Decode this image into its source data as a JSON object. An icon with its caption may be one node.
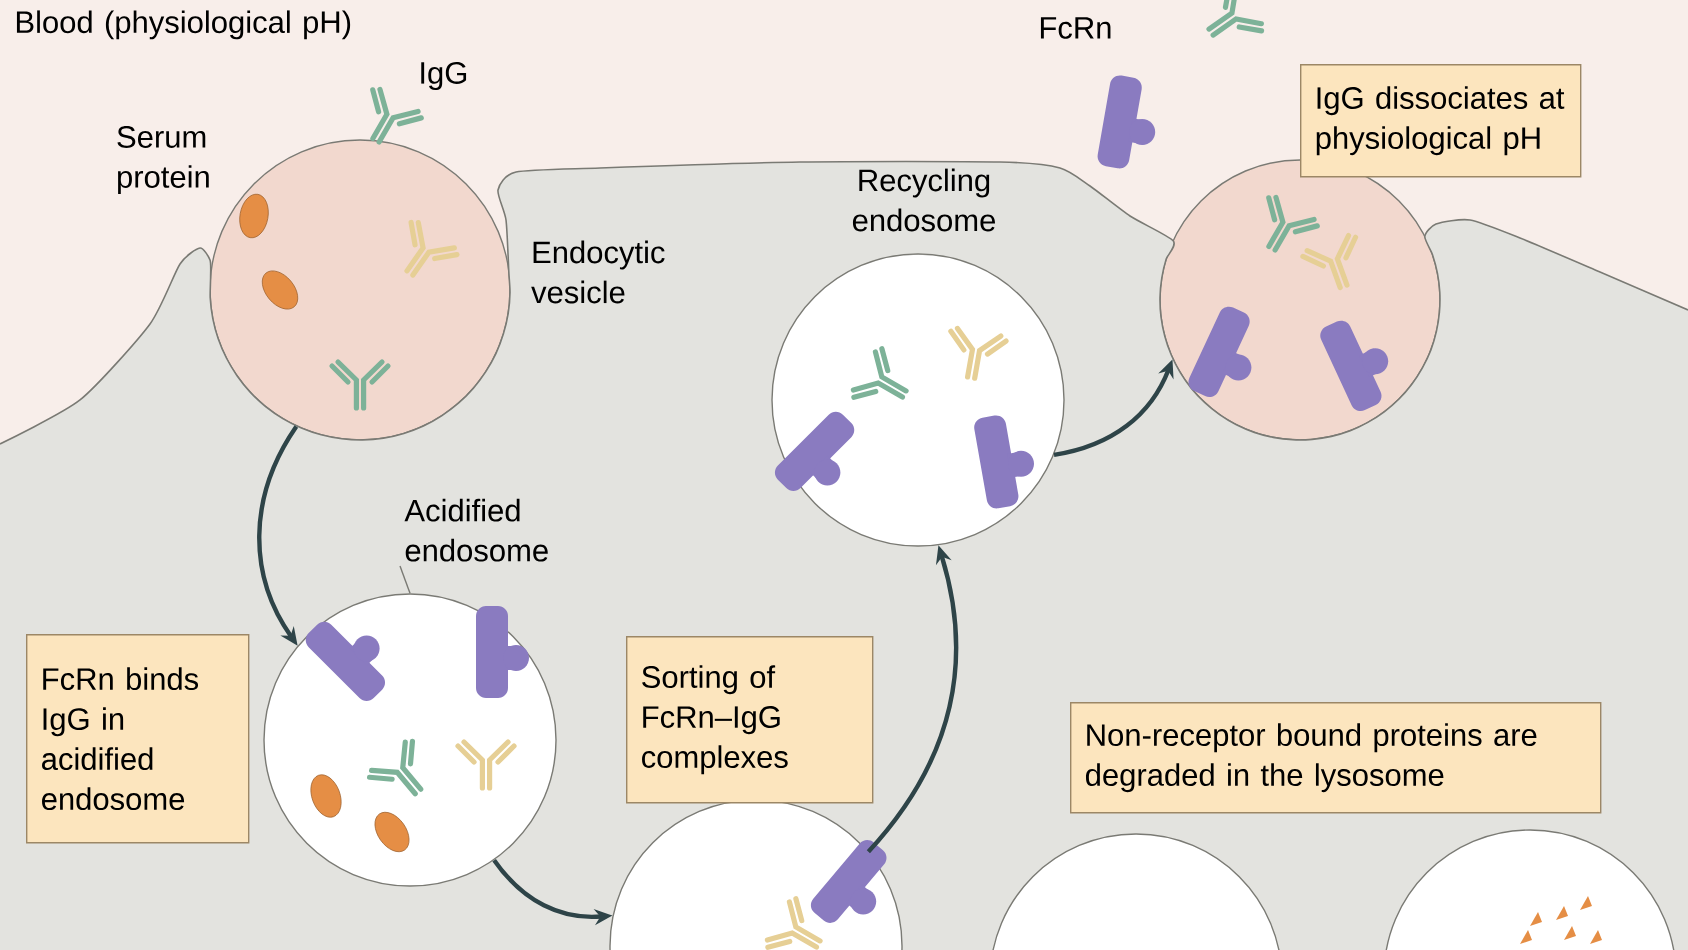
{
  "diagram": {
    "nodes": [
      {
        "text": [
          "Endocytic vesicle"
        ]
      },
      {
        "text": [
          "Recycling endosome"
        ]
      },
      {
        "text": [
          "IgG dissociates at physiological pH"
        ]
      },
      {
        "text": [],
        "shape": "circle"
      },
      {
        "text": [
          "Acidified endosome"
        ]
      },
      {
        "text": [],
        "shape": "circle"
      },
      {
        "text": [
          "FcRn binds IgG in acidified endosome"
        ]
      },
      {
        "text": [
          "Sorting of FcRn–IgG complexes"
        ]
      },
      {
        "text": [],
        "shape": "circle"
      },
      {
        "text": [
          "Non-receptor bound proteins are degraded in the lysosome"
        ]
      },
      {
        "text": [],
        "shape": "circle"
      },
      {
        "text": [],
        "shape": "circle"
      }
    ],
    "edges": [
      {
        "from": 0,
        "to": 5,
        "arrow": "to"
      },
      {
        "from": 4,
        "to": 5,
        "arrow": "none"
      },
      {
        "from": 5,
        "to": 8,
        "arrow": "to"
      },
      {
        "from": 8,
        "to": 1,
        "arrow": "to"
      },
      {
        "from": 1,
        "to": 3,
        "arrow": "to"
      }
    ],
    "labels": [
      "Blood (physiological pH)",
      "Serum protein",
      "IgG",
      "FcRn"
    ]
  }
}
